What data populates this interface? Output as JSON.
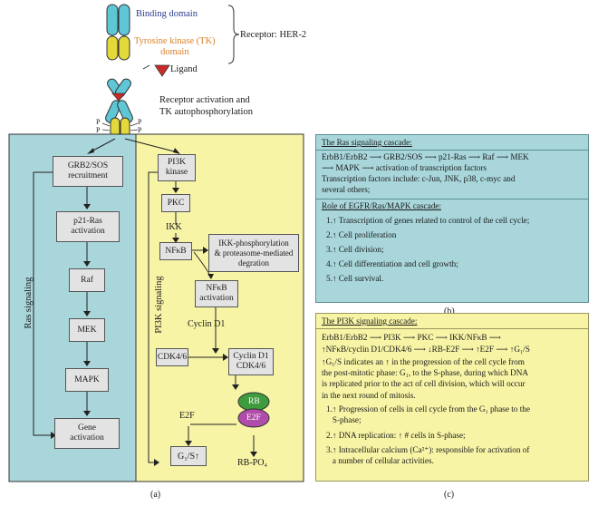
{
  "colors": {
    "ras_panel": "#a8d6db",
    "pi3k_panel": "#f7f4a6",
    "node_fill": "#e3e3e3",
    "binding_domain": "#5fc6d6",
    "tk_domain": "#e4d93a",
    "ligand": "#cc2a2a",
    "rb_green": "#3e9b3e",
    "e2f_purple": "#b04dab",
    "binding_text": "#2b3a8f",
    "tk_text": "#d9822b"
  },
  "receptor": {
    "binding_label": "Binding domain",
    "tk_label": "Tyrosine kinase (TK)\ndomain",
    "receptor_label": "Receptor: HER-2",
    "ligand_label": "Ligand",
    "activation_label": "Receptor activation and\nTK autophosphorylation",
    "p_labels": [
      "P",
      "P",
      "P",
      "P"
    ]
  },
  "ras_panel": {
    "side_label": "Ras signaling",
    "nodes": [
      "GRB2/SOS\nrecruitment",
      "p21-Ras\nactivation",
      "Raf",
      "MEK",
      "MAPK",
      "Gene\nactivation"
    ]
  },
  "pi3k_panel": {
    "side_label": "PI3K signaling",
    "nodes": {
      "pi3k": "PI3K\nkinase",
      "pkc": "PKC",
      "nfkb": "NFκB",
      "ikk_deg": "IKK-phosphorylation\n& proteasome-mediated\ndegration",
      "nfkb_act": "NFκB\nactivation",
      "cdk46": "CDK4/6",
      "cyclin_cdk": "Cyclin D1\nCDK4/6",
      "g1s": "G₁/S↑"
    },
    "labels": {
      "ikk": "IKK",
      "cyclin_d1": "Cyclin D1",
      "e2f_free": "E2F",
      "rb": "RB",
      "e2f_bound": "E2F",
      "rb_po4": "RB-PO₄"
    }
  },
  "panel_b": {
    "heading": "The Ras signaling cascade:",
    "cascade": "ErbB1/ErbB2 ⟶ GRB2/SOS ⟶ p21-Ras ⟶ Raf ⟶ MEK\n⟶ MAPK ⟶ activation of transcription factors",
    "transcription": "Transcription factors include: c-Jun, JNK, p38, c-myc and\nseveral others;",
    "role_heading": "Role of EGFR/Ras/MAPK cascade:",
    "roles": [
      "1.↑ Transcription of genes related to control of the cell cycle;",
      "2.↑ Cell proliferation",
      "3.↑ Cell division;",
      "4.↑ Cell differentiation and cell growth;",
      "5.↑ Cell survival."
    ]
  },
  "panel_c": {
    "heading": "The PI3K signaling cascade:",
    "cascade": "ErbB1/ErbB2 ⟶ PI3K ⟶ PKC ⟶ IKK/NFκB ⟶\n↑NFκB/cyclin D1/CDK4/6 ⟶ ↓RB-E2F ⟶ ↑E2F ⟶ ↑G₁/S",
    "explanation": "↑G₁/S indicates an ↑ in the progression of the cell cycle from\nthe post-mitotic phase: G₁, to the S-phase, during which DNA\nis replicated prior to the act of cell division, which will occur\nin the next round of mitosis.",
    "items": [
      "1.↑ Progression of cells in cell cycle from the G₁ phase to the\n   S-phase;",
      "2.↑ DNA replication: ↑ # cells in S-phase;",
      "3.↑ Intracellular calcium (Ca²⁺): responsible for activation of\n   a number of cellular activities."
    ]
  },
  "captions": {
    "a": "(a)",
    "b": "(b)",
    "c": "(c)"
  }
}
